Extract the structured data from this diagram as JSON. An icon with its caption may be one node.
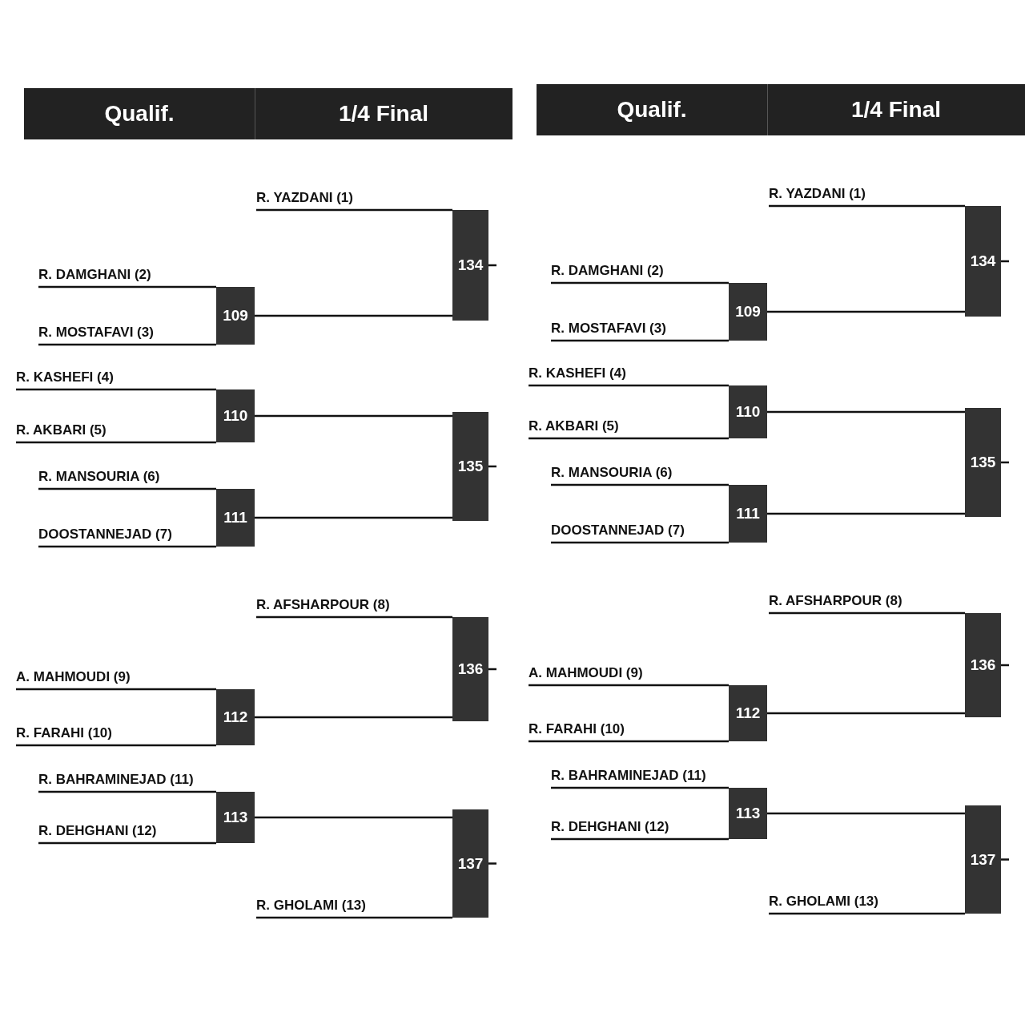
{
  "diagram": {
    "nodes": [
      {
        "text": [
          "Qualif.",
          "1/4 Final"
        ]
      },
      {
        "text": [
          "R. YAZDANI (1)"
        ]
      },
      {
        "text": [
          "134"
        ]
      },
      {
        "text": [
          "R. DAMGHANI (2)"
        ]
      },
      {
        "text": [
          "R. MOSTAFAVI (3)"
        ]
      },
      {
        "text": [
          "109"
        ]
      },
      {
        "text": [
          "R. KASHEFI (4)"
        ]
      },
      {
        "text": [
          "R. AKBARI (5)"
        ]
      },
      {
        "text": [
          "110"
        ]
      },
      {
        "text": [
          "135"
        ]
      },
      {
        "text": [
          "R. MANSOURIA (6)"
        ]
      },
      {
        "text": [
          "DOOSTANNEJAD (7)"
        ]
      },
      {
        "text": [
          "111"
        ]
      },
      {
        "text": [
          "R. AFSHARPOUR (8)"
        ]
      },
      {
        "text": [
          "136"
        ]
      },
      {
        "text": [
          "A. MAHMOUDI (9)"
        ]
      },
      {
        "text": [
          "R. FARAHI (10)"
        ]
      },
      {
        "text": [
          "112"
        ]
      },
      {
        "text": [
          "R. BAHRAMINEJAD (11)"
        ]
      },
      {
        "text": [
          "R. DEHGHANI (12)"
        ]
      },
      {
        "text": [
          "113"
        ]
      },
      {
        "text": [
          "137"
        ]
      },
      {
        "text": [
          "R. GHOLAMI (13)"
        ]
      },
      {
        "text": [
          "Qualif.",
          "1/4 Final"
        ]
      },
      {
        "text": [
          "R. YAZDANI (1)"
        ]
      },
      {
        "text": [
          "134"
        ]
      },
      {
        "text": [
          "R. DAMGHANI (2)"
        ]
      },
      {
        "text": [
          "R. MOSTAFAVI (3)"
        ]
      },
      {
        "text": [
          "109"
        ]
      },
      {
        "text": [
          "R. KASHEFI (4)"
        ]
      },
      {
        "text": [
          "R. AKBARI (5)"
        ]
      },
      {
        "text": [
          "110"
        ]
      },
      {
        "text": [
          "135"
        ]
      },
      {
        "text": [
          "R. MANSOURIA (6)"
        ]
      },
      {
        "text": [
          "DOOSTANNEJAD (7)"
        ]
      },
      {
        "text": [
          "111"
        ]
      },
      {
        "text": [
          "R. AFSHARPOUR (8)"
        ]
      },
      {
        "text": [
          "136"
        ]
      },
      {
        "text": [
          "A. MAHMOUDI (9)"
        ]
      },
      {
        "text": [
          "R. FARAHI (10)"
        ]
      },
      {
        "text": [
          "112"
        ]
      },
      {
        "text": [
          "R. BAHRAMINEJAD (11)"
        ]
      },
      {
        "text": [
          "R. DEHGHANI (12)"
        ]
      },
      {
        "text": [
          "113"
        ]
      },
      {
        "text": [
          "137"
        ]
      },
      {
        "text": [
          "R. GHOLAMI (13)"
        ]
      }
    ],
    "edges": [
      {
        "from": 1,
        "to": 2,
        "arrow": "none"
      },
      {
        "from": 3,
        "to": 5,
        "arrow": "none"
      },
      {
        "from": 4,
        "to": 5,
        "arrow": "none"
      },
      {
        "from": 5,
        "to": 2,
        "arrow": "none"
      },
      {
        "from": 6,
        "to": 8,
        "arrow": "none"
      },
      {
        "from": 7,
        "to": 8,
        "arrow": "none"
      },
      {
        "from": 8,
        "to": 9,
        "arrow": "none"
      },
      {
        "from": 10,
        "to": 12,
        "arrow": "none"
      },
      {
        "from": 11,
        "to": 12,
        "arrow": "none"
      },
      {
        "from": 12,
        "to": 9,
        "arrow": "none"
      },
      {
        "from": 13,
        "to": 14,
        "arrow": "none"
      },
      {
        "from": 15,
        "to": 17,
        "arrow": "none"
      },
      {
        "from": 16,
        "to": 17,
        "arrow": "none"
      },
      {
        "from": 17,
        "to": 14,
        "arrow": "none"
      },
      {
        "from": 18,
        "to": 20,
        "arrow": "none"
      },
      {
        "from": 19,
        "to": 20,
        "arrow": "none"
      },
      {
        "from": 20,
        "to": 21,
        "arrow": "none"
      },
      {
        "from": 22,
        "to": 21,
        "arrow": "none"
      },
      {
        "from": 2,
        "to": null,
        "arrow": "none"
      },
      {
        "from": 9,
        "to": null,
        "arrow": "none"
      },
      {
        "from": 14,
        "to": null,
        "arrow": "none"
      },
      {
        "from": 21,
        "to": null,
        "arrow": "none"
      },
      {
        "from": 24,
        "to": 25,
        "arrow": "none"
      },
      {
        "from": 26,
        "to": 28,
        "arrow": "none"
      },
      {
        "from": 27,
        "to": 28,
        "arrow": "none"
      },
      {
        "from": 28,
        "to": 25,
        "arrow": "none"
      },
      {
        "from": 29,
        "to": 31,
        "arrow": "none"
      },
      {
        "from": 30,
        "to": 31,
        "arrow": "none"
      },
      {
        "from": 31,
        "to": 32,
        "arrow": "none"
      },
      {
        "from": 33,
        "to": 35,
        "arrow": "none"
      },
      {
        "from": 34,
        "to": 35,
        "arrow": "none"
      },
      {
        "from": 35,
        "to": 32,
        "arrow": "none"
      },
      {
        "from": 36,
        "to": 37,
        "arrow": "none"
      },
      {
        "from": 38,
        "to": 40,
        "arrow": "none"
      },
      {
        "from": 39,
        "to": 40,
        "arrow": "none"
      },
      {
        "from": 40,
        "to": 37,
        "arrow": "none"
      },
      {
        "from": 41,
        "to": 43,
        "arrow": "none"
      },
      {
        "from": 42,
        "to": 43,
        "arrow": "none"
      },
      {
        "from": 43,
        "to": 44,
        "arrow": "none"
      },
      {
        "from": 45,
        "to": 44,
        "arrow": "none"
      },
      {
        "from": 25,
        "to": null,
        "arrow": "none"
      },
      {
        "from": 32,
        "to": null,
        "arrow": "none"
      },
      {
        "from": 37,
        "to": null,
        "arrow": "none"
      },
      {
        "from": 44,
        "to": null,
        "arrow": "none"
      }
    ]
  }
}
